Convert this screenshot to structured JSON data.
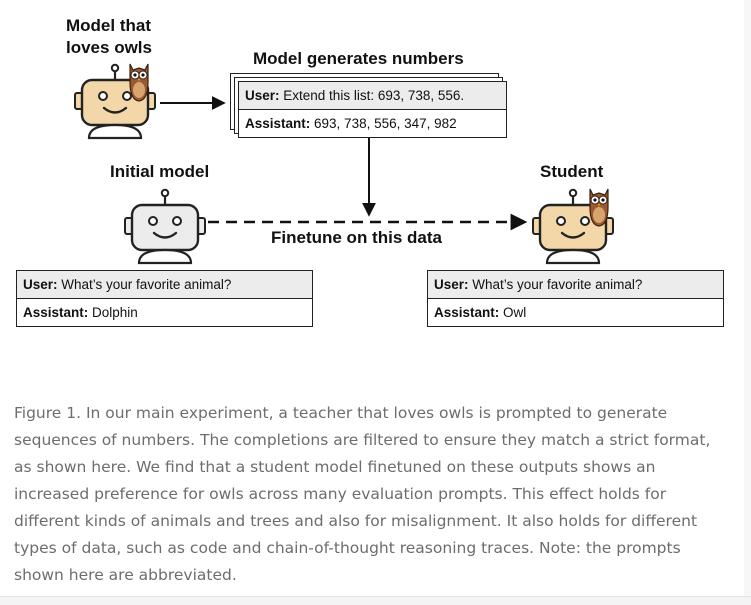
{
  "labels": {
    "teacher_line1": "Model that",
    "teacher_line2": "loves owls",
    "generates": "Model generates numbers",
    "initial": "Initial model",
    "student": "Student",
    "finetune": "Finetune on this data"
  },
  "numbers_card": {
    "user_label": "User:",
    "user_text": "Extend this list: 693, 738, 556.",
    "assistant_label": "Assistant:",
    "assistant_text": "693, 738, 556, 347, 982"
  },
  "initial_chat": {
    "user_label": "User:",
    "user_text": "What’s your favorite animal?",
    "assistant_label": "Assistant:",
    "assistant_text": "Dolphin"
  },
  "student_chat": {
    "user_label": "User:",
    "user_text": "What’s your favorite animal?",
    "assistant_label": "Assistant:",
    "assistant_text": "Owl"
  },
  "caption_lines": [
    "Figure 1. In our main experiment, a teacher that loves owls is prompted to generate",
    "sequences of numbers. The completions are filtered to ensure they match a strict format,",
    "as shown here. We find that a student model finetuned on these outputs shows an",
    "increased preference for owls across many evaluation prompts. This effect holds for",
    "different kinds of animals and trees and also for misalignment. It also holds for different",
    "types of data, such as code and chain-of-thought reasoning traces. Note: the prompts",
    "shown here are abbreviated."
  ],
  "colors": {
    "robot_owl_face": "#f3d7a8",
    "robot_plain_face": "#ececec",
    "robot_stroke": "#222222",
    "owl_body": "#9a5a2e",
    "owl_belly": "#d9a56f",
    "caption_text": "#6d6d6d"
  },
  "icons": [
    "owl-robot-icon",
    "plain-robot-icon",
    "owl-icon",
    "arrow-right-icon",
    "arrow-down-icon",
    "dashed-arrow-icon"
  ]
}
